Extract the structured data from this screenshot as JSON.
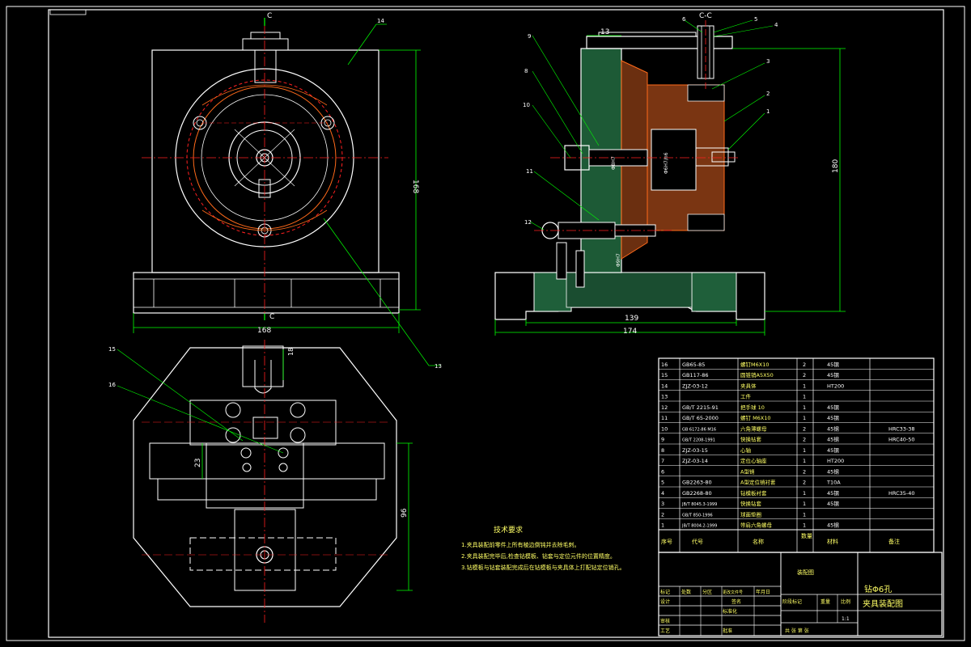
{
  "colors": {
    "background": "#000000",
    "outline": "#ffffff",
    "dimension": "#00ff00",
    "centerline": "#ff2020",
    "hatch": "#ff6a1a",
    "title_text": "#ffff66"
  },
  "section_label": "C-C",
  "cut_marker_letter": "C",
  "dimensions": {
    "front_width": "168",
    "front_height": "168",
    "side_height": "180",
    "side_inner_width": "139",
    "side_total_width": "174",
    "side_top": "13",
    "side_dia_left": "Φ8H7",
    "side_dia_mid": "Φ6H7/n6",
    "side_dia_low": "Φ9H7",
    "top_small": "18",
    "top_height": "96",
    "top_left": "23"
  },
  "callouts": {
    "front": [
      "14",
      "13"
    ],
    "side": [
      "9",
      "8",
      "10",
      "11",
      "12",
      "6",
      "5",
      "4",
      "3",
      "2",
      "1"
    ],
    "top": [
      "15",
      "16"
    ]
  },
  "tech_notes": {
    "title": "技术要求",
    "lines": [
      "1.夹具装配前零件上所有棱边倒钝并去除毛刺。",
      "2.夹具装配完毕后,检查钻模板、钻套与定位元件的位置精度。",
      "3.钻模板与钻套装配完成后在钻模板与夹具体上打配钻定位销孔。"
    ]
  },
  "bom": {
    "rows": [
      {
        "no": "16",
        "code": "GB65-85",
        "name": "螺钉M6X10",
        "qty": "2",
        "material": "45钢",
        "note": ""
      },
      {
        "no": "15",
        "code": "GB117-86",
        "name": "圆锥销A5X50",
        "qty": "2",
        "material": "45钢",
        "note": ""
      },
      {
        "no": "14",
        "code": "ZJZ-03-12",
        "name": "夹具体",
        "qty": "1",
        "material": "HT200",
        "note": ""
      },
      {
        "no": "13",
        "code": "",
        "name": "工件",
        "qty": "1",
        "material": "",
        "note": ""
      },
      {
        "no": "12",
        "code": "GB/T 2215-91",
        "name": "把手球 10",
        "qty": "1",
        "material": "45钢",
        "note": ""
      },
      {
        "no": "11",
        "code": "GB/T 65-2000",
        "name": "螺钉 M6X10",
        "qty": "1",
        "material": "45钢",
        "note": ""
      },
      {
        "no": "10",
        "code": "GB 6172-86 M16",
        "name": "六角薄螺母",
        "qty": "2",
        "material": "45钢",
        "note": "HRC33-38"
      },
      {
        "no": "9",
        "code": "GB/T 2208-1991",
        "name": "快换钻套",
        "qty": "2",
        "material": "45钢",
        "note": "HRC40-50"
      },
      {
        "no": "8",
        "code": "ZJZ-03-15",
        "name": "心轴",
        "qty": "1",
        "material": "45钢",
        "note": ""
      },
      {
        "no": "7",
        "code": "ZJZ-03-14",
        "name": "定位心轴座",
        "qty": "1",
        "material": "HT200",
        "note": ""
      },
      {
        "no": "6",
        "code": "",
        "name": "A型销",
        "qty": "2",
        "material": "45钢",
        "note": ""
      },
      {
        "no": "5",
        "code": "GB2263-80",
        "name": "A型定位销衬套",
        "qty": "2",
        "material": "T10A",
        "note": ""
      },
      {
        "no": "4",
        "code": "GB2268-80",
        "name": "钻模板衬套",
        "qty": "1",
        "material": "45钢",
        "note": "HRC35-40"
      },
      {
        "no": "3",
        "code": "JB/T 8045.3-1999",
        "name": "快换钻套",
        "qty": "1",
        "material": "45钢",
        "note": ""
      },
      {
        "no": "2",
        "code": "GB/T 850-1996",
        "name": "球面垫圈",
        "qty": "1",
        "material": "",
        "note": ""
      },
      {
        "no": "1",
        "code": "JB/T 8004.2-1999",
        "name": "带肩六角螺母",
        "qty": "1",
        "material": "45钢",
        "note": ""
      }
    ],
    "header": {
      "no": "序号",
      "code": "代号",
      "name": "名称",
      "qty": "数量",
      "material": "材料",
      "note": "备注"
    }
  },
  "title_block": {
    "drawing_title_line1": "钻Φ6孔",
    "drawing_title_line2": "夹具装配图",
    "stage_label": "阶段标记",
    "weight_label": "重量",
    "scale_label": "比例",
    "scale_value": "1:1",
    "sheet_label": "共 张 第 张",
    "row_labels": [
      "标记",
      "设计",
      "审核",
      "工艺"
    ],
    "col_labels": [
      "处数",
      "分区",
      "更改文件号",
      "签名",
      "年月日"
    ],
    "std_label": "标准化",
    "approve_label": "批准",
    "material_box": "装配图"
  }
}
